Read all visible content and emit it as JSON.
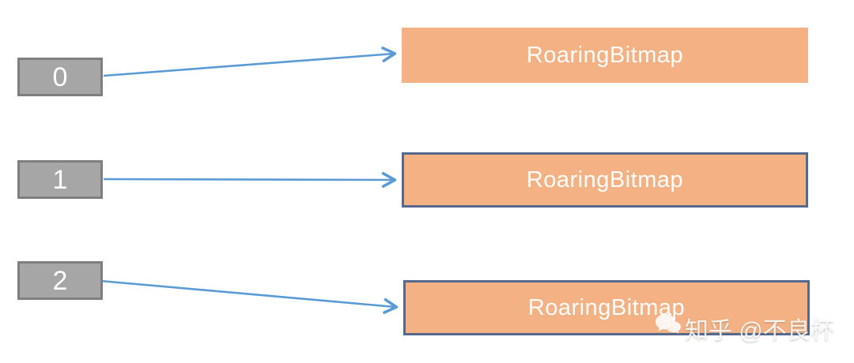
{
  "diagram": {
    "description": "Keys mapping to RoaringBitmap containers",
    "rows": [
      {
        "key": "0",
        "container": "RoaringBitmap"
      },
      {
        "key": "1",
        "container": "RoaringBitmap"
      },
      {
        "key": "2",
        "container": "RoaringBitmap"
      }
    ],
    "colors": {
      "key_fill": "#a6a6a6",
      "key_border": "#7f7f7f",
      "container_fill": "#f4b183",
      "container_border": "#54698c",
      "arrow": "#5b9bd5",
      "label_text": "#ffffff"
    }
  },
  "watermark": {
    "icon": "chat-bubbles-icon",
    "text": "知乎 @不良杯"
  }
}
